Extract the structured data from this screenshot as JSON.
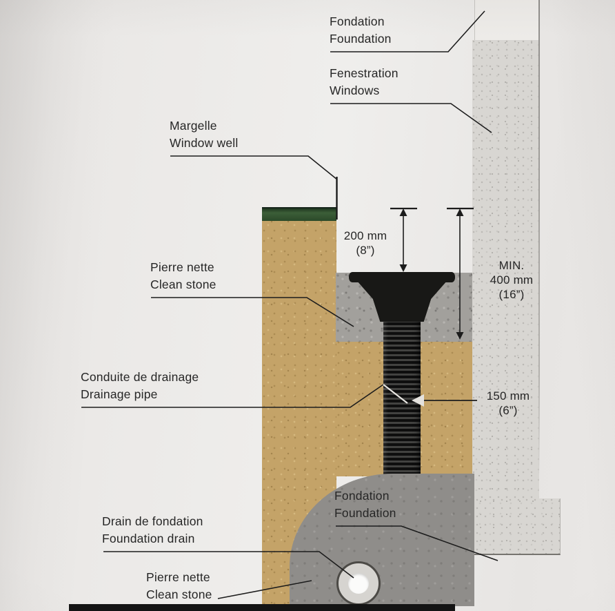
{
  "labels": {
    "fondation_top": {
      "fr": "Fondation",
      "en": "Foundation"
    },
    "fenestration": {
      "fr": "Fenestration",
      "en": "Windows"
    },
    "margelle": {
      "fr": "Margelle",
      "en": "Window well"
    },
    "pierre_nette_top": {
      "fr": "Pierre nette",
      "en": "Clean stone"
    },
    "conduite_drainage": {
      "fr": "Conduite de drainage",
      "en": "Drainage pipe"
    },
    "fondation_mid": {
      "fr": "Fondation",
      "en": "Foundation"
    },
    "drain_fondation": {
      "fr": "Drain de fondation",
      "en": "Foundation drain"
    },
    "pierre_nette_bottom": {
      "fr": "Pierre nette",
      "en": "Clean stone"
    }
  },
  "dimensions": {
    "well_depth": {
      "value": "200 mm",
      "imperial": "(8”)"
    },
    "min_width": {
      "prefix": "MIN.",
      "value": "400 mm",
      "imperial": "(16”)"
    },
    "pipe_width": {
      "value": "150 mm",
      "imperial": "(6”)"
    }
  },
  "colors": {
    "paper": "#eae8e6",
    "soil": "#c4a368",
    "clean_stone": "#a2a09c",
    "concrete_wall": "#d8d6d2",
    "concrete_fill": "#8f8d8a",
    "grass": "#2f5831",
    "pipe": "#1a1a1a",
    "line": "#1c1c1c"
  }
}
